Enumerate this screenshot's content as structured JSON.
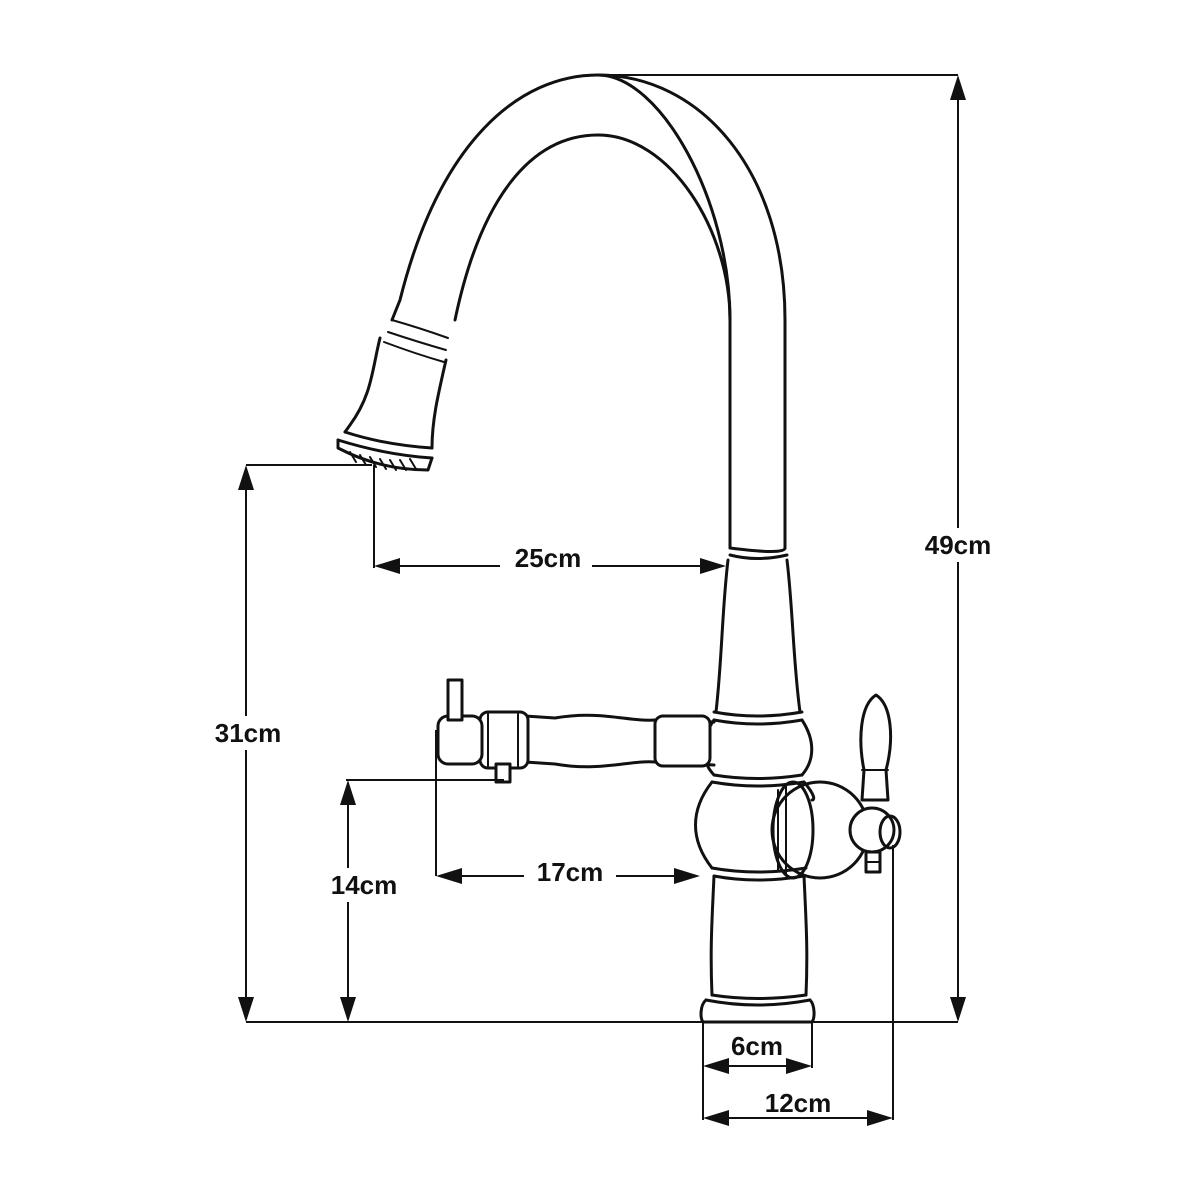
{
  "dimensions": {
    "spout_reach": "25cm",
    "total_height": "49cm",
    "spout_height": "31cm",
    "side_spout_reach": "17cm",
    "side_spout_height": "14cm",
    "base_diameter": "6cm",
    "base_to_handle_width": "12cm"
  }
}
